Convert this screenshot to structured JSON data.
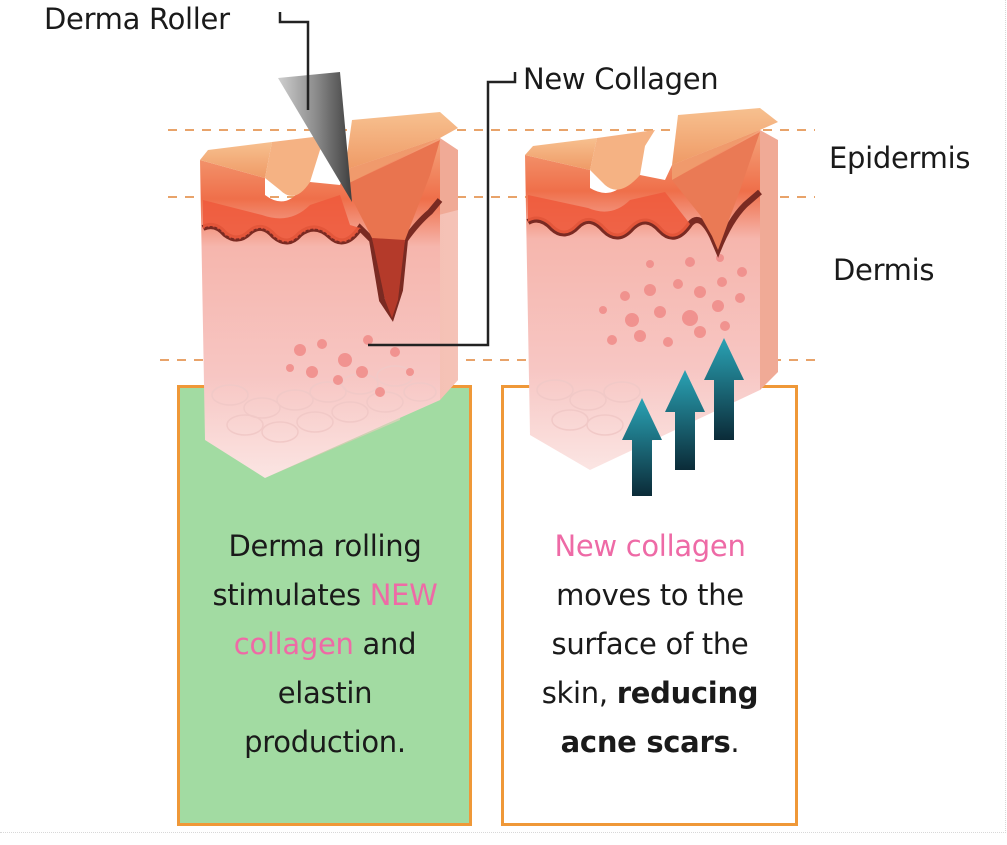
{
  "labels": {
    "derma_roller": "Derma Roller",
    "new_collagen": "New Collagen",
    "epidermis": "Epidermis",
    "dermis": "Dermis"
  },
  "caption_left": {
    "line1": "Derma rolling",
    "line2_a": "stimulates ",
    "line2_b": "NEW",
    "line3_a": "collagen",
    "line3_b": " and",
    "line4": "elastin",
    "line5": "production."
  },
  "caption_right": {
    "line1": "New collagen",
    "line2": "moves to the",
    "line3": "surface of the",
    "line4_a": "skin, ",
    "line4_b": "reducing",
    "line5_a": "acne scars",
    "line5_b": "."
  },
  "colors": {
    "accent_pink": "#ee6aa6",
    "box_border": "#ef9838",
    "box_fill_green": "#a2dba2",
    "guide_line": "#e8a36a",
    "arrow_teal": "#1d7f93"
  },
  "icons": [
    "needle-icon",
    "up-arrow-icon"
  ]
}
